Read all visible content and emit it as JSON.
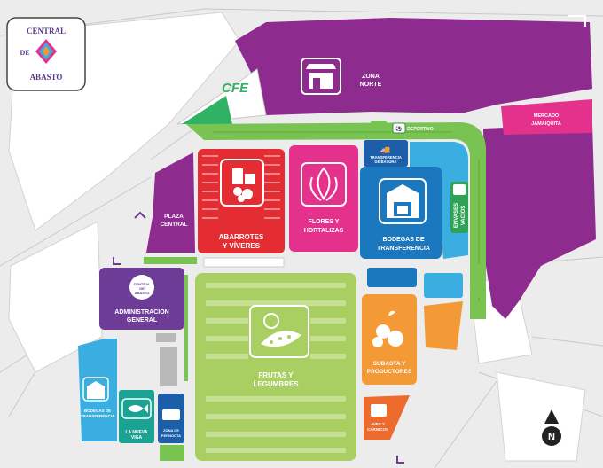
{
  "logo": {
    "arc_top": "CENTRAL",
    "middle": "DE",
    "arc_bottom": "ABASTO"
  },
  "admin_logo": {
    "arc_top": "CENTRAL",
    "middle": "DE",
    "arc_bottom": "ABASTO"
  },
  "zones": {
    "zona_norte": [
      "ZONA",
      "NORTE"
    ],
    "mercado_jamaiquita": [
      "MERCADO",
      "JAMAIQUITA"
    ],
    "cfe": "CFE",
    "deportivo": "DEPORTIVO",
    "transferencia_basura": [
      "TRANSFERENCIA",
      "DE BASURA"
    ],
    "envases_vacios": [
      "ENVASES",
      "VACÍOS"
    ],
    "plaza_central": [
      "PLAZA",
      "CENTRAL"
    ],
    "abarrotes": [
      "ABARROTES",
      "Y VÍVERES"
    ],
    "flores": [
      "FLORES Y",
      "HORTALIZAS"
    ],
    "bodegas_transferencia": [
      "BODEGAS DE",
      "TRANSFERENCIA"
    ],
    "administracion": [
      "ADMINISTRACIÓN",
      "GENERAL"
    ],
    "frutas": [
      "FRUTAS Y",
      "LEGUMBRES"
    ],
    "subasta": [
      "SUBASTA Y",
      "PRODUCTORES"
    ],
    "bodegas_transferencia_small": [
      "BODEGAS DE",
      "TRANSFERENCIA"
    ],
    "la_nueva_viga": [
      "LA NUEVA",
      "VIGA"
    ],
    "zona_pernocta": [
      "ZONA DE",
      "PERNOCTA"
    ],
    "aves_carnicos": [
      "AVES Y",
      "CÁRNICOS"
    ]
  },
  "compass": "N",
  "colors": {
    "purple": "#8e2b8f",
    "green": "#79c353",
    "lime": "#a9cf63",
    "red": "#e42c33",
    "pink": "#e4318c",
    "blue": "#1c78be",
    "sky": "#3aaee0",
    "teal": "#1aa393",
    "orange": "#f39a36",
    "orange_dark": "#eb6a2c",
    "admin_purple": "#6c3c96"
  }
}
